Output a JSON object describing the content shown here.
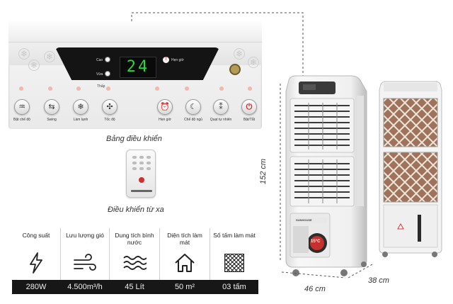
{
  "control_panel": {
    "display_value": "24",
    "labels": {
      "high": "Cao",
      "low": "Vừa",
      "timer": "Hẹn giờ",
      "display_low": "Thấp"
    },
    "buttons": [
      {
        "label": "Bật chế độ",
        "icon": "humidify-icon"
      },
      {
        "label": "Swing",
        "icon": "swing-icon"
      },
      {
        "label": "Làm lạnh",
        "icon": "snowflake-icon"
      },
      {
        "label": "Tốc độ",
        "icon": "fan-icon"
      },
      {
        "label": "Hẹn giờ",
        "icon": "alarm-clock-icon"
      },
      {
        "label": "Chế độ ngủ",
        "icon": "moon-icon"
      },
      {
        "label": "Quạt tự nhiên",
        "icon": "wind-mode-icon"
      },
      {
        "label": "Bật/Tắt",
        "icon": "power-icon"
      }
    ]
  },
  "captions": {
    "control_panel": "Bảng điều khiển",
    "remote": "Điều khiển từ xa"
  },
  "specs": [
    {
      "label": "Công suất",
      "value": "280W",
      "icon": "lightning-icon"
    },
    {
      "label": "Lưu lượng gió",
      "value": "4.500m³/h",
      "icon": "wind-icon"
    },
    {
      "label": "Dung tích bình nước",
      "value": "45 Lít",
      "icon": "water-waves-icon"
    },
    {
      "label": "Diện tích làm mát",
      "value": "50 m²",
      "icon": "house-icon"
    },
    {
      "label": "Số tấm làm mát",
      "value": "03 tấm",
      "icon": "cooling-pad-icon"
    }
  ],
  "dimensions": {
    "height": "152 cm",
    "width": "46 cm",
    "depth": "38 cm"
  },
  "product": {
    "brand": "SUNHOUSE",
    "badge": "15°C"
  },
  "colors": {
    "display_green": "#2bd43b",
    "power_red": "#d32a2a",
    "spec_bar": "#171717",
    "pad_brown": "#a0725a"
  }
}
